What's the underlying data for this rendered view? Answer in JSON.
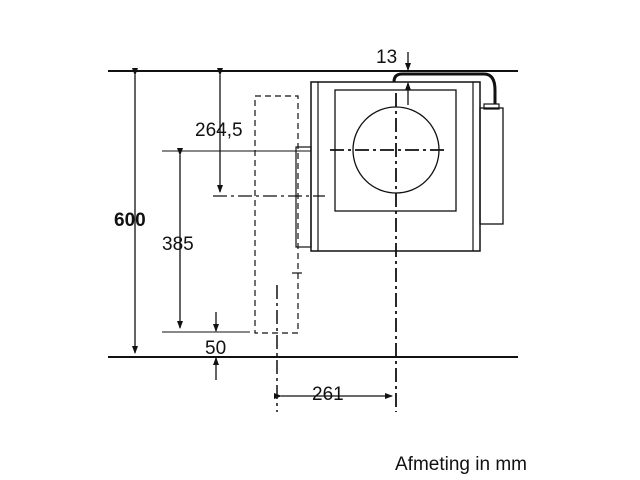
{
  "dimensions": {
    "total_height": "600",
    "center_to_top": "264,5",
    "outlet_height": "385",
    "bottom_offset": "50",
    "horizontal_offset": "261",
    "top_gap": "13"
  },
  "caption": "Afmeting in mm"
}
